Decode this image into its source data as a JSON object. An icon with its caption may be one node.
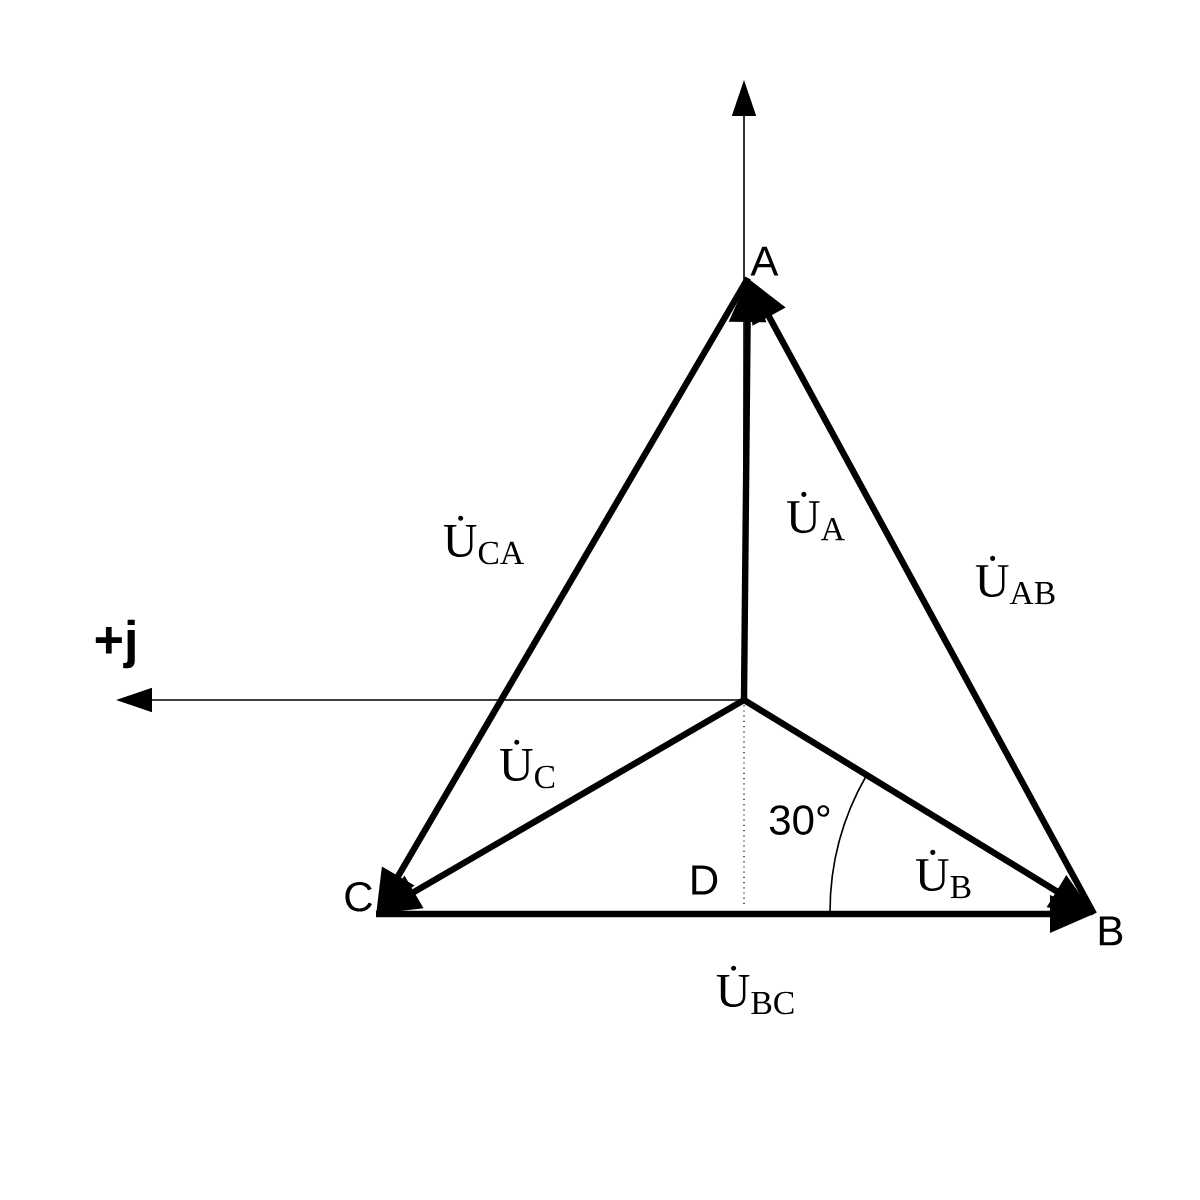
{
  "diagram": {
    "nodes": [
      {
        "text": [
          "A"
        ]
      },
      {
        "text": [
          "B"
        ]
      },
      {
        "text": [
          "C"
        ]
      }
    ],
    "edges": [
      {
        "from": null,
        "to": 0,
        "arrow": "to",
        "label": "U̇$_{A}$"
      },
      {
        "from": null,
        "to": 1,
        "arrow": "to",
        "label": "U̇$_{B}$"
      },
      {
        "from": null,
        "to": 2,
        "arrow": "to",
        "label": "U̇$_{C}$"
      },
      {
        "from": 1,
        "to": 0,
        "arrow": "to",
        "label": "U̇$_{AB}$"
      },
      {
        "from": 2,
        "to": 1,
        "arrow": "to",
        "label": "U̇$_{BC}$"
      },
      {
        "from": 0,
        "to": 2,
        "arrow": "to",
        "label": "U̇$_{CA}$"
      }
    ],
    "labels": [
      "+j",
      "D",
      "30°"
    ]
  }
}
